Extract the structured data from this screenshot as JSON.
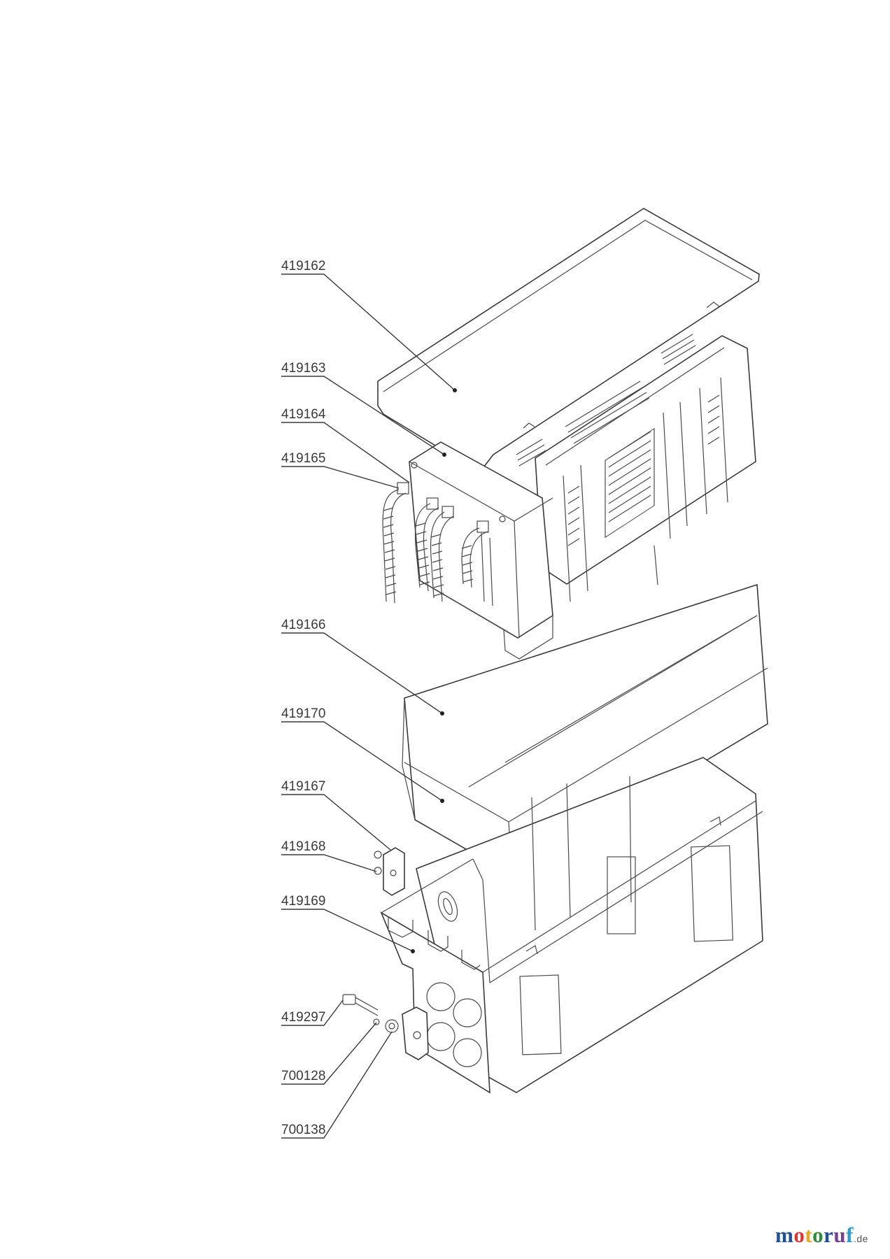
{
  "parts": [
    {
      "id": "p1",
      "label": "419162"
    },
    {
      "id": "p2",
      "label": "419163"
    },
    {
      "id": "p3",
      "label": "419164"
    },
    {
      "id": "p4",
      "label": "419165"
    },
    {
      "id": "p5",
      "label": "419166"
    },
    {
      "id": "p6",
      "label": "419170"
    },
    {
      "id": "p7",
      "label": "419167"
    },
    {
      "id": "p8",
      "label": "419168"
    },
    {
      "id": "p9",
      "label": "419169"
    },
    {
      "id": "p10",
      "label": "419297"
    },
    {
      "id": "p11",
      "label": "700128"
    },
    {
      "id": "p12",
      "label": "700138"
    }
  ],
  "logo": {
    "letters": [
      "m",
      "o",
      "t",
      "o",
      "r",
      "u",
      "f"
    ],
    "colors": [
      "#1c4f9c",
      "#e3342f",
      "#f2a51a",
      "#2e8b3a",
      "#1c4f9c",
      "#7a3c96",
      "#2a9bd6"
    ],
    "domain": ".de"
  }
}
